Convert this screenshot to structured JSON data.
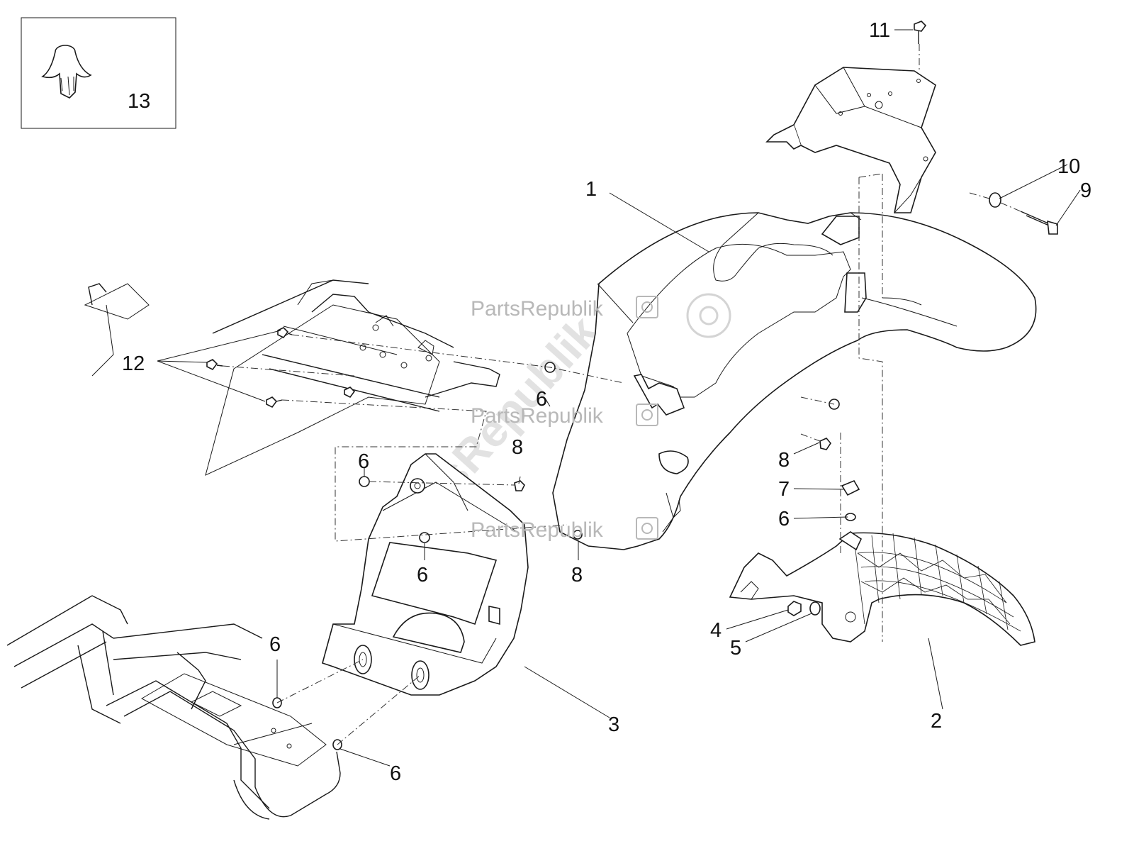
{
  "watermark": {
    "brand": "PartsRepublik",
    "diagonal": "PartsRepublik"
  },
  "callouts": {
    "c1": "1",
    "c2": "2",
    "c3": "3",
    "c4": "4",
    "c5": "5",
    "c6a": "6",
    "c6b": "6",
    "c6c": "6",
    "c6d": "6",
    "c6e": "6",
    "c6f": "6",
    "c7": "7",
    "c8a": "8",
    "c8b": "8",
    "c8c": "8",
    "c9": "9",
    "c10": "10",
    "c11": "11",
    "c12": "12",
    "c13": "13"
  },
  "colors": {
    "line": "#1a1a1a",
    "watermark": "#b8b8b8",
    "background": "#ffffff"
  }
}
